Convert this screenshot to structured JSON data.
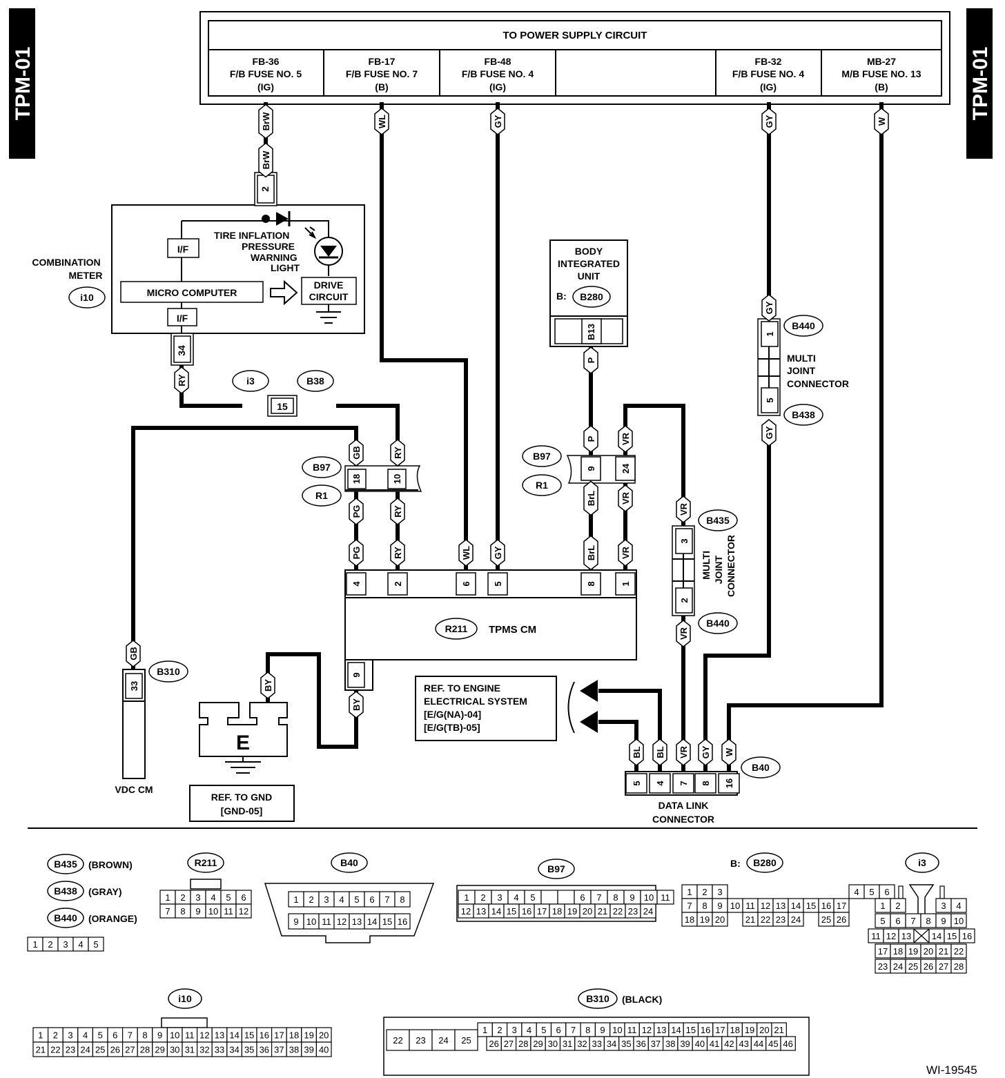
{
  "side_tab": "TPM-01",
  "power_supply": {
    "title": "TO POWER SUPPLY CIRCUIT",
    "fuses": [
      {
        "l1": "FB-36",
        "l2": "F/B FUSE NO. 5",
        "l3": "(IG)"
      },
      {
        "l1": "FB-17",
        "l2": "F/B FUSE NO. 7",
        "l3": "(B)"
      },
      {
        "l1": "FB-48",
        "l2": "F/B FUSE NO. 4",
        "l3": "(IG)"
      },
      {
        "l1": "",
        "l2": "",
        "l3": ""
      },
      {
        "l1": "FB-32",
        "l2": "F/B FUSE NO. 4",
        "l3": "(IG)"
      },
      {
        "l1": "MB-27",
        "l2": "M/B FUSE NO. 13",
        "l3": "(B)"
      }
    ]
  },
  "wire_colors": {
    "BrW": "BrW",
    "WL": "WL",
    "GY": "GY",
    "W": "W",
    "RY": "RY",
    "GB": "GB",
    "PG": "PG",
    "P": "P",
    "VR": "VR",
    "BrL": "BrL",
    "BY": "BY",
    "BL": "BL"
  },
  "combination_meter": {
    "label1": "COMBINATION",
    "label2": "METER",
    "code": "i10",
    "pin_top": "2",
    "pin_bottom": "34",
    "if1": "I/F",
    "if2": "I/F",
    "micro": "MICRO COMPUTER",
    "drive1": "DRIVE",
    "drive2": "CIRCUIT",
    "light1": "TIRE INFLATION",
    "light2": "PRESSURE",
    "light3": "WARNING",
    "light4": "LIGHT"
  },
  "joint_i3_b38": {
    "code1": "i3",
    "code2": "B38",
    "pin": "15"
  },
  "b97_left": {
    "code1": "B97",
    "code2": "R1",
    "pin1": "18",
    "pin2": "10"
  },
  "b97_right": {
    "code1": "B97",
    "code2": "R1",
    "pin1": "9",
    "pin2": "24"
  },
  "body_unit": {
    "l1": "BODY",
    "l2": "INTEGRATED",
    "l3": "UNIT",
    "prefix": "B:",
    "code": "B280",
    "pin": "B13"
  },
  "multi_joint_top": {
    "code1": "B440",
    "code2": "B438",
    "pin1": "1",
    "pin2": "5",
    "l1": "MULTI",
    "l2": "JOINT",
    "l3": "CONNECTOR"
  },
  "multi_joint_right": {
    "code1": "B435",
    "code2": "B440",
    "pin1": "3",
    "pin2": "2",
    "l1": "MULTI",
    "l2": "JOINT",
    "l3": "CONNECTOR"
  },
  "tpms": {
    "code": "R211",
    "label": "TPMS CM",
    "pins": [
      "4",
      "2",
      "6",
      "5",
      "8",
      "1"
    ],
    "pin_bottom": "9"
  },
  "vdc": {
    "label": "VDC CM",
    "code": "B310",
    "pin": "33"
  },
  "ground": {
    "letter": "E",
    "ref1": "REF. TO GND",
    "ref2": "[GND-05]"
  },
  "engine_ref": {
    "l1": "REF. TO ENGINE",
    "l2": "ELECTRICAL SYSTEM",
    "l3": "[E/G(NA)-04]",
    "l4": "[E/G(TB)-05]"
  },
  "dlc": {
    "code": "B40",
    "pins": [
      "5",
      "4",
      "7",
      "8",
      "16"
    ],
    "l1": "DATA LINK",
    "l2": "CONNECTOR"
  },
  "legend": {
    "b435": "B435",
    "b435_color": "(BROWN)",
    "b438": "B438",
    "b438_color": "(GRAY)",
    "b440": "B440",
    "b440_color": "(ORANGE)",
    "mj_pins": [
      "1",
      "2",
      "3",
      "4",
      "5"
    ],
    "r211": "R211",
    "b40": "B40",
    "b97": "B97",
    "b280_prefix": "B:",
    "b280": "B280",
    "i3": "i3",
    "i10": "i10",
    "b310": "B310",
    "b310_color": "(BLACK)"
  },
  "figure_id": "WI-19545"
}
